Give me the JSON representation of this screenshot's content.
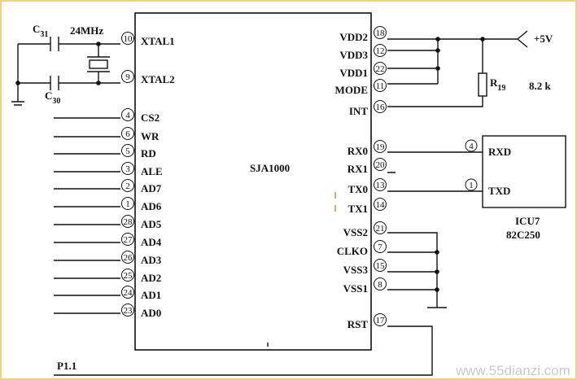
{
  "colors": {
    "frame": "#f0d27a",
    "ink": "#111111",
    "watermark": "#c9c9c9",
    "mark": "#e8a45a"
  },
  "chip": {
    "name": "SJA1000"
  },
  "left_pins": [
    {
      "num": "10",
      "label": "XTAL1"
    },
    {
      "num": "9",
      "label": "XTAL2"
    },
    {
      "num": "4",
      "label": "CS2"
    },
    {
      "num": "6",
      "label": "WR"
    },
    {
      "num": "5",
      "label": "RD"
    },
    {
      "num": "3",
      "label": "ALE"
    },
    {
      "num": "2",
      "label": "AD7"
    },
    {
      "num": "1",
      "label": "AD6"
    },
    {
      "num": "28",
      "label": "AD5"
    },
    {
      "num": "27",
      "label": "AD4"
    },
    {
      "num": "26",
      "label": "AD3"
    },
    {
      "num": "25",
      "label": "AD2"
    },
    {
      "num": "24",
      "label": "AD1"
    },
    {
      "num": "23",
      "label": "AD0"
    }
  ],
  "right_pins": [
    {
      "num": "18",
      "label": "VDD2"
    },
    {
      "num": "12",
      "label": "VDD3"
    },
    {
      "num": "22",
      "label": "VDD1"
    },
    {
      "num": "11",
      "label": "MODE"
    },
    {
      "num": "16",
      "label": "INT"
    },
    {
      "num": "19",
      "label": "RX0"
    },
    {
      "num": "20",
      "label": "RX1"
    },
    {
      "num": "13",
      "label": "TX0"
    },
    {
      "num": "14",
      "label": "TX1"
    },
    {
      "num": "21",
      "label": "VSS2"
    },
    {
      "num": "7",
      "label": "CLKO"
    },
    {
      "num": "15",
      "label": "VSS3"
    },
    {
      "num": "8",
      "label": "VSS1"
    },
    {
      "num": "17",
      "label": "RST"
    }
  ],
  "transceiver": {
    "name": "ICU7",
    "part": "82C250",
    "pins": [
      {
        "num": "4",
        "label": "RXD"
      },
      {
        "num": "1",
        "label": "TXD"
      }
    ]
  },
  "crystal": {
    "freq": "24MHz"
  },
  "capacitors": {
    "c31_main": "C",
    "c31_sub": "31",
    "c30_main": "C",
    "c30_sub": "30"
  },
  "resistor": {
    "main": "R",
    "sub": "19",
    "value": "8.2 k"
  },
  "supply": {
    "label": "+5V"
  },
  "p11": {
    "label": "P1.1"
  },
  "watermark": "www.55dianzi.com"
}
